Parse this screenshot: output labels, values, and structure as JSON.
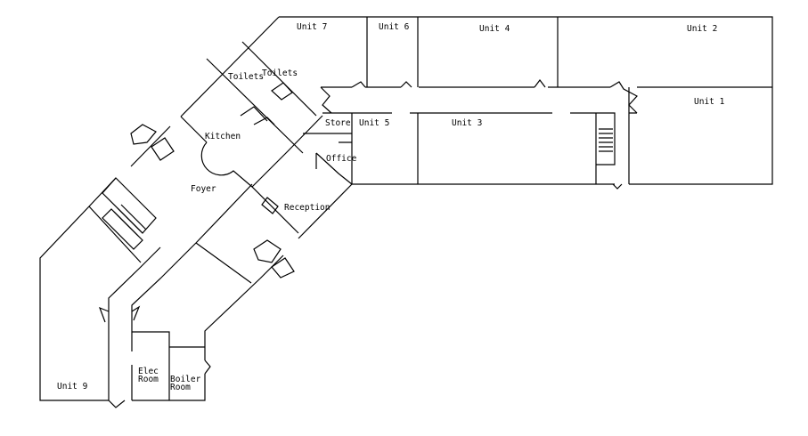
{
  "rooms": {
    "unit7": "Unit 7",
    "unit6": "Unit 6",
    "unit4": "Unit 4",
    "unit2": "Unit 2",
    "unit1": "Unit 1",
    "unit3": "Unit 3",
    "unit5": "Unit 5",
    "store": "Store",
    "office": "Office",
    "toilets_a": "Toilets",
    "toilets_b": "Toilets",
    "kitchen": "Kitchen",
    "foyer": "Foyer",
    "reception": "Reception",
    "unit9": "Unit 9",
    "elec_1": "Elec",
    "elec_2": "Room",
    "boiler_1": "Boiler",
    "boiler_2": "Room"
  },
  "colors": {
    "line": "#000000",
    "background": "#ffffff"
  }
}
